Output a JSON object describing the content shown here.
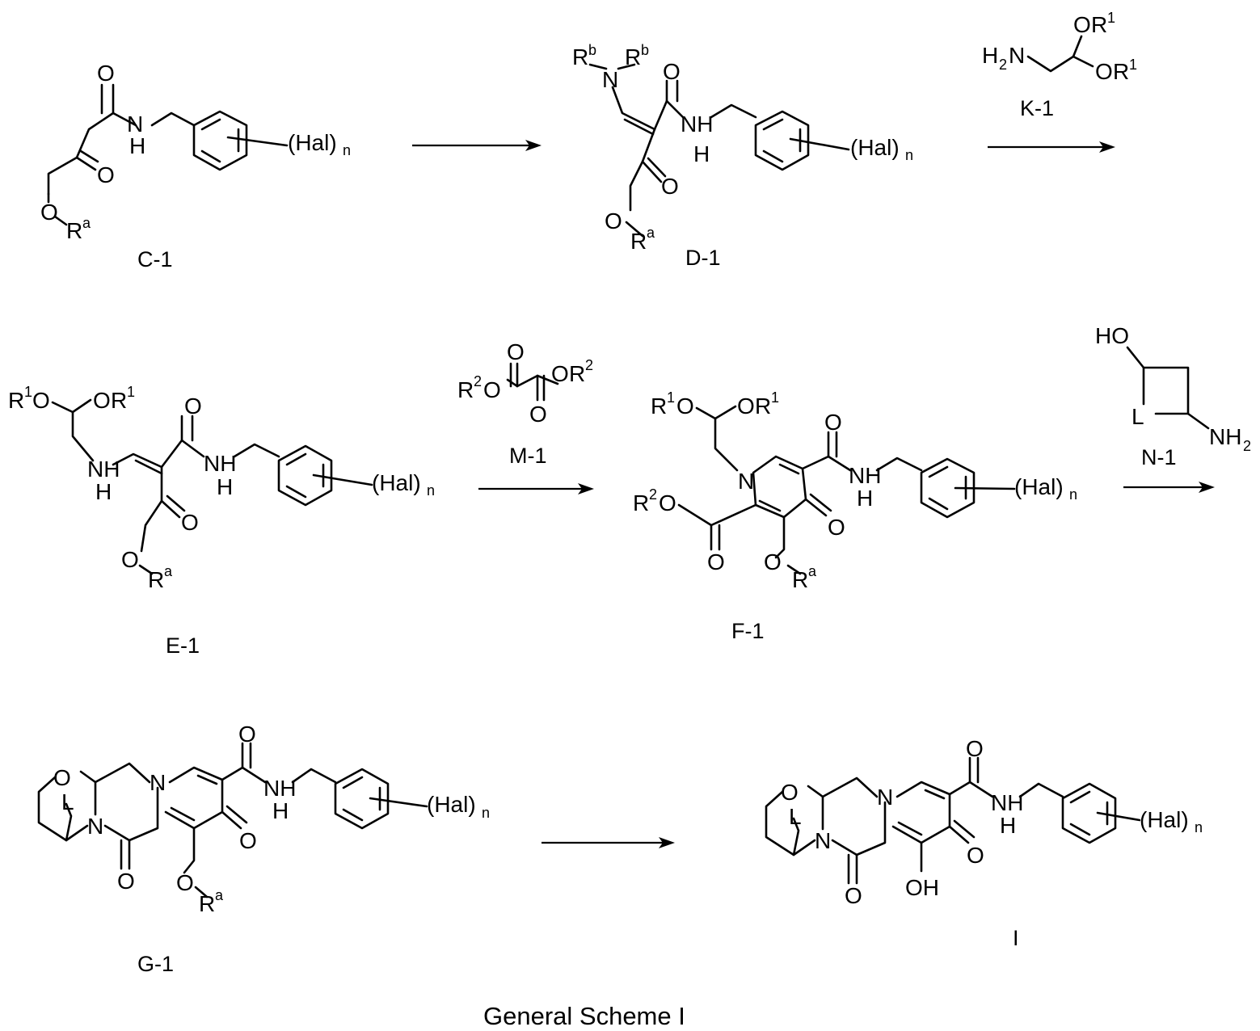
{
  "title": "General Scheme I",
  "compounds": {
    "c1": "C-1",
    "d1": "D-1",
    "k1": "K-1",
    "e1": "E-1",
    "m1": "M-1",
    "f1": "F-1",
    "n1": "N-1",
    "g1": "G-1",
    "i": "I"
  },
  "atoms": {
    "O": "O",
    "N": "N",
    "H": "H",
    "NH": "NH",
    "HO": "HO",
    "OH": "OH",
    "L": "L",
    "R": "R",
    "sup_a": "a",
    "sup_b": "b",
    "num_1": "1",
    "num_2": "2",
    "sub_n": "n",
    "hal": "(Hal)",
    "h2n_H": "H",
    "h2n_N": "N",
    "nh2_NH": "NH"
  }
}
